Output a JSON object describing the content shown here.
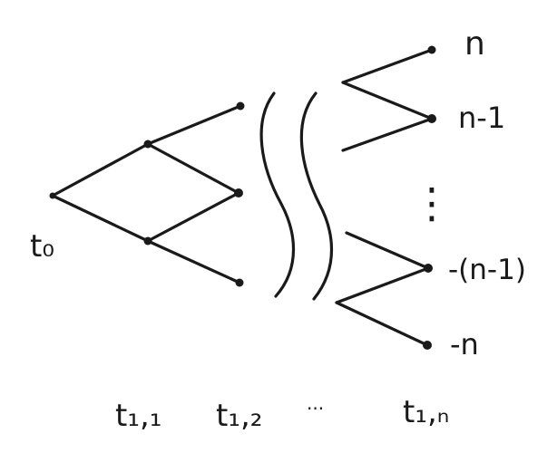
{
  "diagram": {
    "start_label": "t₀",
    "time_labels": [
      "t₁,₁",
      "t₁,₂",
      "···",
      "t₁,ₙ"
    ],
    "state_labels": [
      "n",
      "n-1",
      "-(n-1)",
      "-n"
    ],
    "vertical_ellipsis": "⋮"
  }
}
